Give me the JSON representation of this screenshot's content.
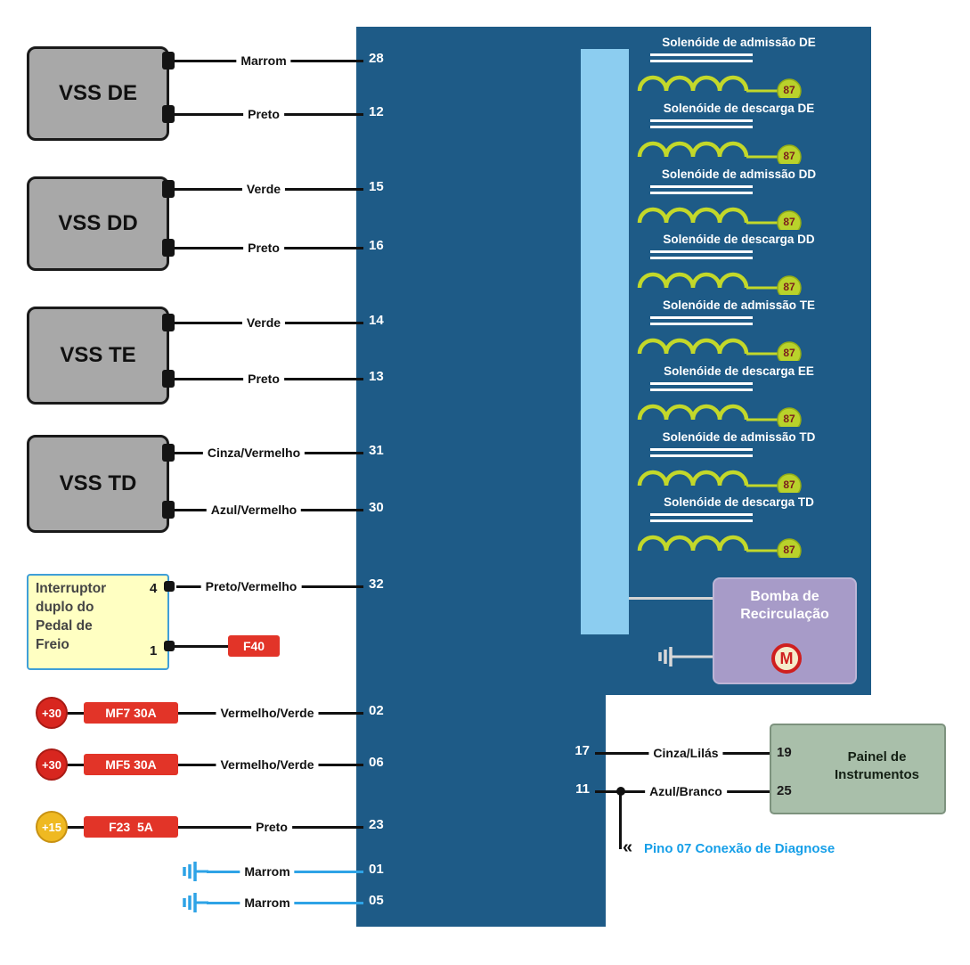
{
  "colors": {
    "ecu-blue": "#1e5b87",
    "strip-blue": "#8ccdf0",
    "coil-green": "#c3d82a",
    "terminal-green": "#b9d22b",
    "fuse-red": "#e23428",
    "plus30-red": "#d8261f",
    "plus15-yellow": "#efb921",
    "pump-purple": "#a79bc8",
    "panel-green": "#a9bfaa",
    "ground-blue": "#2ea3e6",
    "diagnose-blue": "#169fe8",
    "sensor-gray": "#a8a8a8",
    "switch-yellow": "#ffffc2"
  },
  "sensors": [
    {
      "label": "VSS DE"
    },
    {
      "label": "VSS DD"
    },
    {
      "label": "VSS TE"
    },
    {
      "label": "VSS TD"
    }
  ],
  "wires_left": [
    {
      "label": "Marrom",
      "pin": "28"
    },
    {
      "label": "Preto",
      "pin": "12"
    },
    {
      "label": "Verde",
      "pin": "15"
    },
    {
      "label": "Preto",
      "pin": "16"
    },
    {
      "label": "Verde",
      "pin": "14"
    },
    {
      "label": "Preto",
      "pin": "13"
    },
    {
      "label": "Cinza/Vermelho",
      "pin": "31"
    },
    {
      "label": "Azul/Vermelho",
      "pin": "30"
    },
    {
      "label": "Preto/Vermelho",
      "pin": "32"
    },
    {
      "label": "Vermelho/Verde",
      "pin": "02"
    },
    {
      "label": "Vermelho/Verde",
      "pin": "06"
    },
    {
      "label": "Preto",
      "pin": "23"
    },
    {
      "label": "Marrom",
      "pin": "01"
    },
    {
      "label": "Marrom",
      "pin": "05"
    }
  ],
  "brake_switch": {
    "label": "Interruptor\nduplo do\nPedal de\nFreio",
    "pin_top": "4",
    "pin_bottom": "1",
    "fuse": "F40"
  },
  "power": [
    {
      "source": "+30",
      "fuse": "MF7 30A"
    },
    {
      "source": "+30",
      "fuse": "MF5 30A"
    },
    {
      "source": "+15",
      "fuse": "F23  5A"
    }
  ],
  "solenoids": [
    {
      "label": "Solenóide de admissão DE",
      "terminal": "87"
    },
    {
      "label": "Solenóide de descarga DE",
      "terminal": "87"
    },
    {
      "label": "Solenóide de admissão DD",
      "terminal": "87"
    },
    {
      "label": "Solenóide de descarga DD",
      "terminal": "87"
    },
    {
      "label": "Solenóide de admissão TE",
      "terminal": "87"
    },
    {
      "label": "Solenóide de descarga EE",
      "terminal": "87"
    },
    {
      "label": "Solenóide de admissão TD",
      "terminal": "87"
    },
    {
      "label": "Solenóide de descarga TD",
      "terminal": "87"
    }
  ],
  "pump": {
    "label": "Bomba de\nRecirculação",
    "motor": "M"
  },
  "panel": {
    "label": "Painel de\nInstrumentos",
    "rows": [
      {
        "ecu_pin": "17",
        "wire": "Cinza/Lilás",
        "panel_pin": "19"
      },
      {
        "ecu_pin": "11",
        "wire": "Azul/Branco",
        "panel_pin": "25"
      }
    ]
  },
  "diagnose": {
    "chevron": "«",
    "label": "Pino 07 Conexão de Diagnose"
  }
}
